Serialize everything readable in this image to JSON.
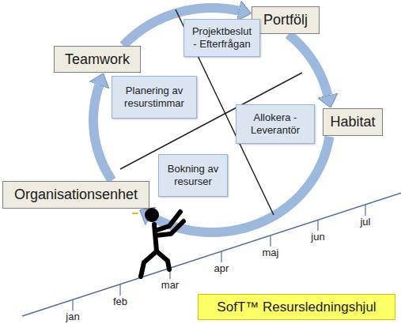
{
  "diagram": {
    "title": "SofT™ Resursledningshjul",
    "nodes": [
      {
        "text": [
          "Portfölj"
        ]
      },
      {
        "text": [
          "Projektbeslut - Efterfrågan"
        ]
      },
      {
        "text": [
          "Teamwork"
        ]
      },
      {
        "text": [
          "Planering av resurstimmar"
        ]
      },
      {
        "text": [
          "Habitat"
        ]
      },
      {
        "text": [
          "Allokera - Leverantör"
        ]
      },
      {
        "text": [
          "Bokning av resurser"
        ]
      },
      {
        "text": [
          "Organisationsenhet"
        ]
      }
    ],
    "edges": [
      {
        "from": 7,
        "to": 2,
        "arrow": "to"
      },
      {
        "from": 2,
        "to": 0,
        "arrow": "to"
      },
      {
        "from": 0,
        "to": 4,
        "arrow": "to"
      },
      {
        "from": 4,
        "to": 7,
        "arrow": "to"
      }
    ],
    "labels": [
      "jan",
      "feb",
      "mar",
      "apr",
      "maj",
      "jun",
      "jul"
    ]
  }
}
